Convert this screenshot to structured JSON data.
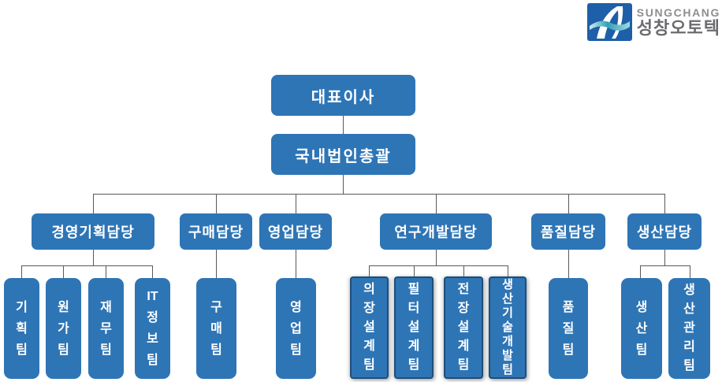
{
  "logo": {
    "company_en": "SUNGCHANG",
    "company_ko": "성창오토텍",
    "colors": {
      "mark_blue": "#1D5FA8",
      "wave_teal": "#35A0B5",
      "text_en_gray": "#8E8E91",
      "text_ko_gray": "#6B6C70"
    }
  },
  "colors": {
    "node_blue": "#2E75B6",
    "node_border_navy": "#1F4E79",
    "connector_gray": "#595959",
    "node_text": "#FFFFFF"
  },
  "org": {
    "root": {
      "label": "대표이사"
    },
    "hq": {
      "label": "국내법인총괄"
    },
    "departments": [
      {
        "label": "경영기획담당",
        "teams": [
          {
            "label": "기획팀",
            "lines": [
              "기",
              "획",
              "팀"
            ]
          },
          {
            "label": "원가팀",
            "lines": [
              "원",
              "가",
              "팀"
            ]
          },
          {
            "label": "재무팀",
            "lines": [
              "재",
              "무",
              "팀"
            ]
          },
          {
            "label": "IT정보팀",
            "lines": [
              "IT",
              "정",
              "보",
              "팀"
            ]
          }
        ]
      },
      {
        "label": "구매담당",
        "teams": [
          {
            "label": "구매팀",
            "lines": [
              "구",
              "매",
              "팀"
            ]
          }
        ]
      },
      {
        "label": "영업담당",
        "teams": [
          {
            "label": "영업팀",
            "lines": [
              "영",
              "업",
              "팀"
            ]
          }
        ]
      },
      {
        "label": "연구개발담당",
        "teams": [
          {
            "label": "의장설계팀",
            "lines": [
              "의",
              "장",
              "설",
              "계",
              "팀"
            ]
          },
          {
            "label": "필터설계팀",
            "lines": [
              "필",
              "터",
              "설",
              "계",
              "팀"
            ]
          },
          {
            "label": "전장설계팀",
            "lines": [
              "전",
              "장",
              "설",
              "계",
              "팀"
            ]
          },
          {
            "label": "생산기술개발팀",
            "lines": [
              "생",
              "산",
              "기",
              "술",
              "개",
              "발",
              "팀"
            ]
          }
        ]
      },
      {
        "label": "품질담당",
        "teams": [
          {
            "label": "품질팀",
            "lines": [
              "품",
              "질",
              "팀"
            ]
          }
        ]
      },
      {
        "label": "생산담당",
        "teams": [
          {
            "label": "생산팀",
            "lines": [
              "생",
              "산",
              "팀"
            ]
          },
          {
            "label": "생산관리팀",
            "lines": [
              "생",
              "산",
              "관",
              "리",
              "팀"
            ]
          }
        ]
      }
    ]
  }
}
